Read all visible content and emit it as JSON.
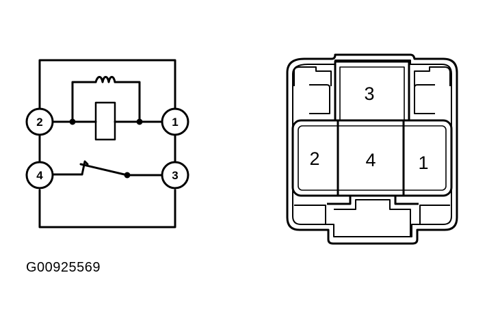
{
  "schematic": {
    "pins": [
      {
        "id": "pin-2",
        "label": "2"
      },
      {
        "id": "pin-1",
        "label": "1"
      },
      {
        "id": "pin-4",
        "label": "4"
      },
      {
        "id": "pin-3",
        "label": "3"
      }
    ]
  },
  "connector": {
    "cavities": [
      {
        "id": "cavity-3",
        "label": "3"
      },
      {
        "id": "cavity-2",
        "label": "2"
      },
      {
        "id": "cavity-4",
        "label": "4"
      },
      {
        "id": "cavity-1",
        "label": "1"
      }
    ]
  },
  "figure_id": "G00925569",
  "colors": {
    "ink": "#000000",
    "background": "#ffffff"
  }
}
